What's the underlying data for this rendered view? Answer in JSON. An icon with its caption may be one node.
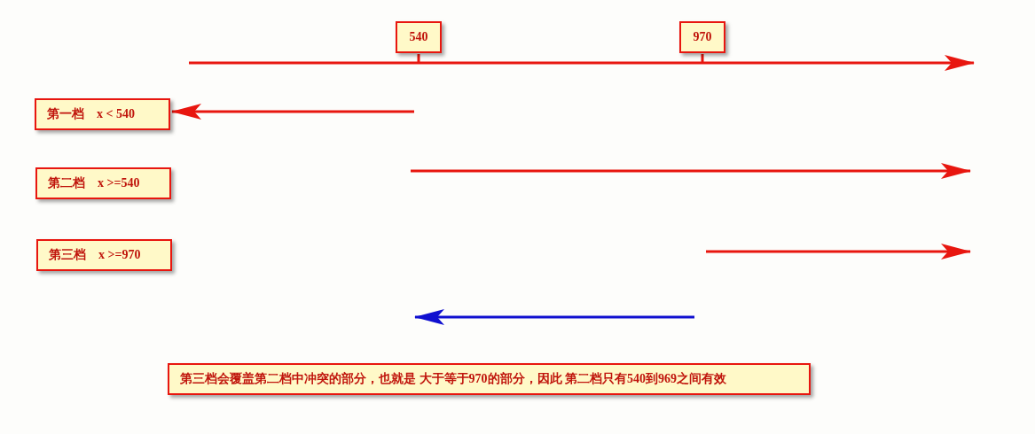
{
  "diagram": {
    "nodes": [
      {
        "text": [
          "540"
        ]
      },
      {
        "text": [
          "970"
        ]
      },
      {
        "text": [
          "第一档",
          "x < 540"
        ]
      },
      {
        "text": [
          "第二档",
          "x >=540"
        ]
      },
      {
        "text": [
          "第三档",
          "x >=970"
        ]
      },
      {
        "text": [
          "第三档会覆盖第二档中冲突的部分，也就是 大于等于970的部分，因此 第二档只有540到969之间有效"
        ]
      }
    ],
    "edges": [
      {
        "from": 0,
        "to": null,
        "arrow": "none"
      },
      {
        "from": 1,
        "to": null,
        "arrow": "none"
      },
      {
        "from": null,
        "to": 2,
        "arrow": "to"
      }
    ]
  }
}
